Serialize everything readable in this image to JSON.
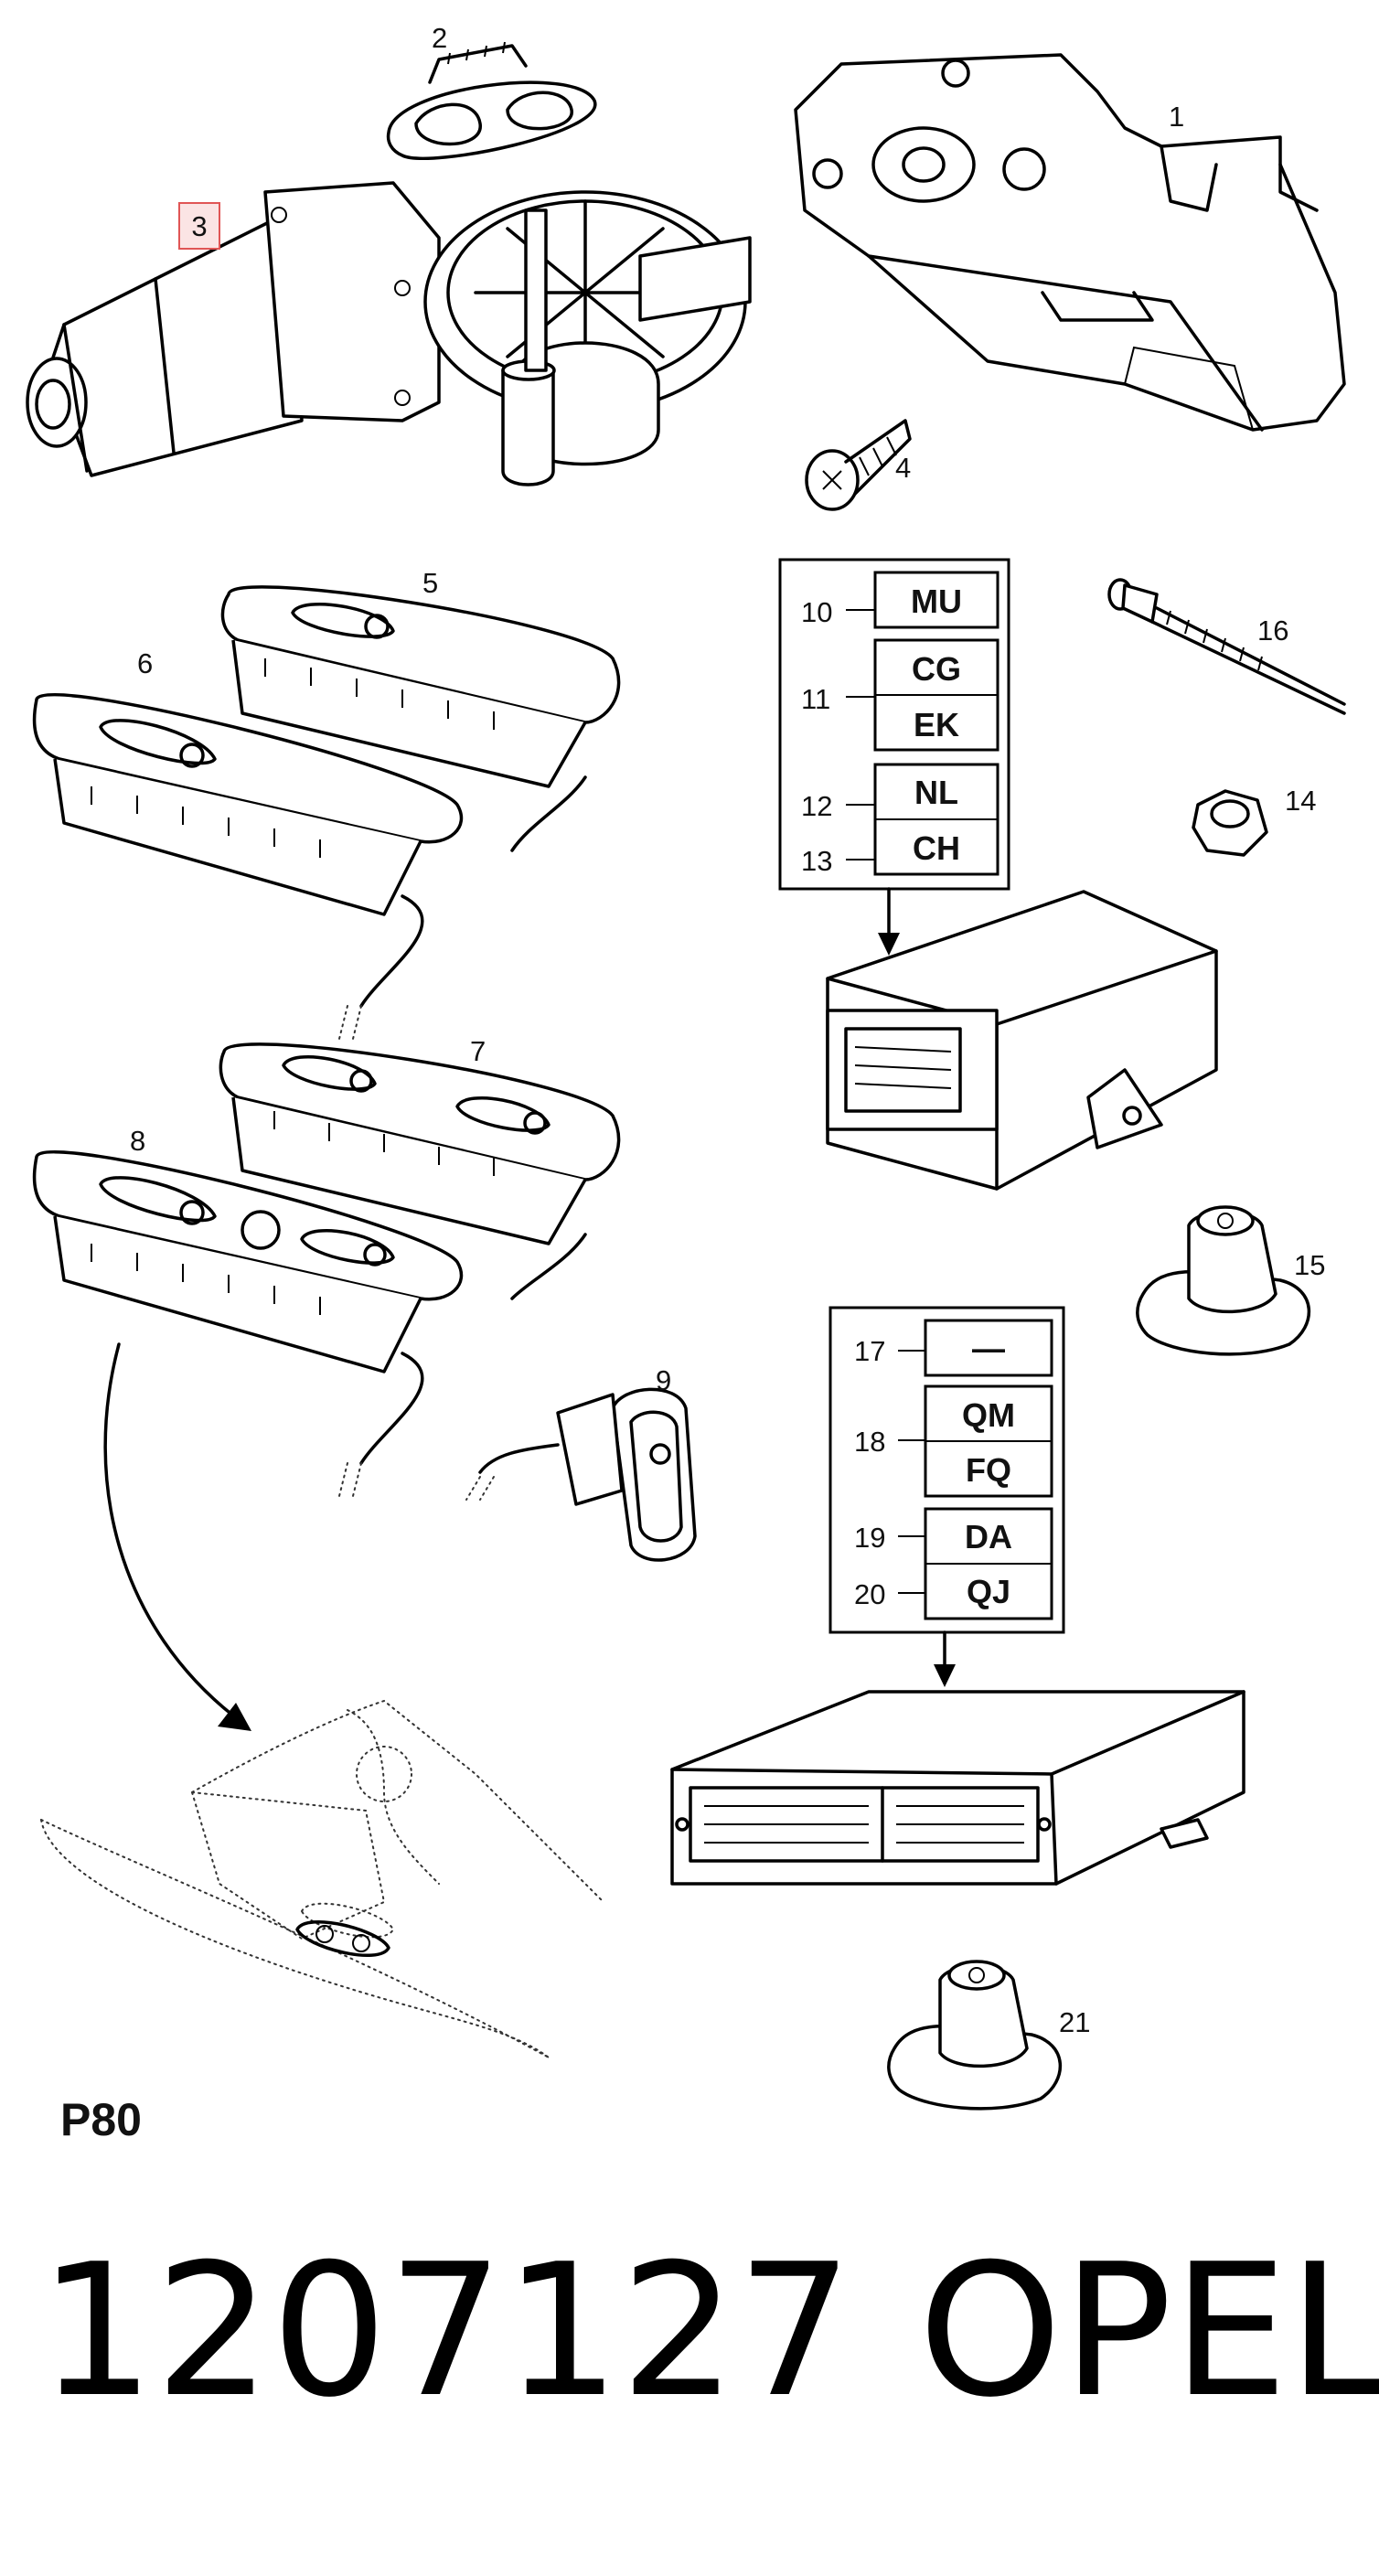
{
  "callouts": {
    "c1": "1",
    "c2": "2",
    "c3": "3",
    "c4": "4",
    "c5": "5",
    "c6": "6",
    "c7": "7",
    "c8": "8",
    "c9": "9",
    "c14": "14",
    "c15": "15",
    "c16": "16",
    "c21": "21"
  },
  "code_table_upper": [
    {
      "num": "10",
      "codes": [
        "MU"
      ]
    },
    {
      "num": "11",
      "codes": [
        "CG",
        "EK"
      ]
    },
    {
      "num": "12",
      "codes": [
        "NL"
      ]
    },
    {
      "num": "13",
      "codes": [
        "CH"
      ]
    }
  ],
  "code_table_lower": [
    {
      "num": "17",
      "codes": [
        "—"
      ]
    },
    {
      "num": "18",
      "codes": [
        "QM",
        "FQ"
      ]
    },
    {
      "num": "19",
      "codes": [
        "DA"
      ]
    },
    {
      "num": "20",
      "codes": [
        "QJ"
      ]
    }
  ],
  "section_label": "P80",
  "part_number": "1207127",
  "brand": "OPEL",
  "highlight_color": "#e05555"
}
